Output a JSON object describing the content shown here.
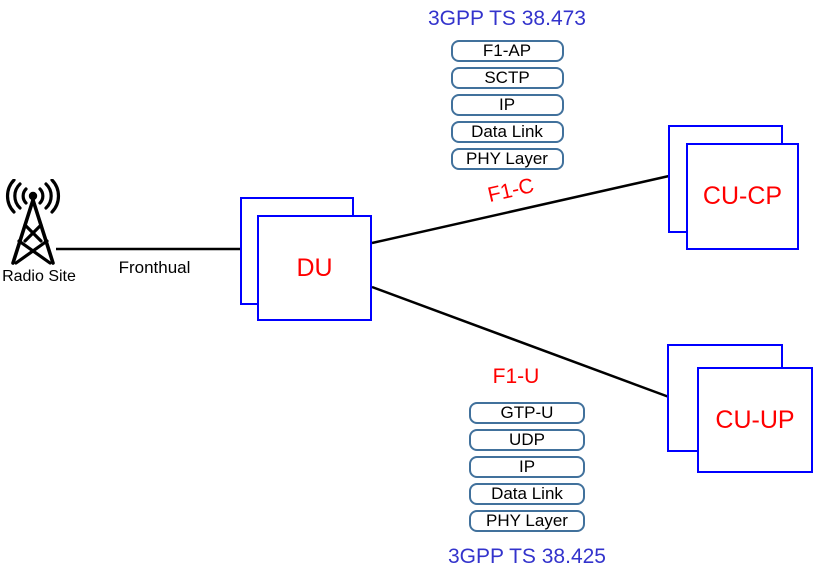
{
  "colors": {
    "node_border": "#0000FF",
    "node_label": "#FF0000",
    "link_label": "#FF0000",
    "stack_border": "#41719C",
    "spec_title": "#3333CC",
    "line": "#000000",
    "text": "#000000",
    "background": "#FFFFFF"
  },
  "radio_site": {
    "label": "Radio Site"
  },
  "links": {
    "fronthaul": {
      "label": "Fronthual"
    },
    "f1c": {
      "label": "F1-C"
    },
    "f1u": {
      "label": "F1-U"
    }
  },
  "nodes": {
    "du": {
      "label": "DU"
    },
    "cucp": {
      "label": "CU-CP"
    },
    "cuup": {
      "label": "CU-UP"
    }
  },
  "stacks": {
    "f1c": {
      "title": "3GPP TS 38.473",
      "layers": [
        "F1-AP",
        "SCTP",
        "IP",
        "Data Link",
        "PHY Layer"
      ]
    },
    "f1u": {
      "title": "3GPP TS 38.425",
      "layers": [
        "GTP-U",
        "UDP",
        "IP",
        "Data Link",
        "PHY Layer"
      ]
    }
  }
}
